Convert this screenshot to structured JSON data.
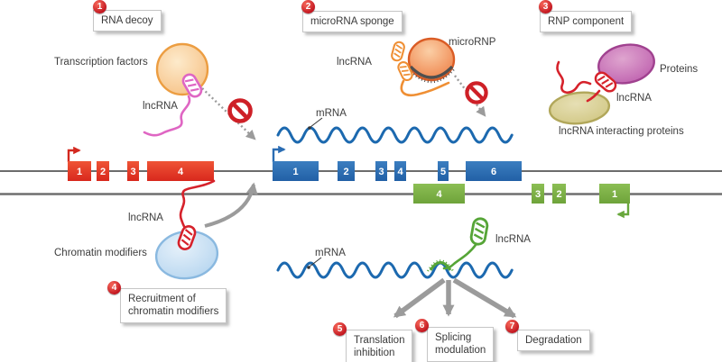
{
  "figure": {
    "callouts": {
      "c1": {
        "num": "1",
        "label": "RNA decoy"
      },
      "c2": {
        "num": "2",
        "label": "microRNA sponge"
      },
      "c3": {
        "num": "3",
        "label": "RNP component"
      },
      "c4": {
        "num": "4",
        "line1": "Recruitment of",
        "line2": "chromatin modifiers"
      },
      "c5": {
        "num": "5",
        "line1": "Translation",
        "line2": "inhibition"
      },
      "c6": {
        "num": "6",
        "line1": "Splicing",
        "line2": "modulation"
      },
      "c7": {
        "num": "7",
        "label": "Degradation"
      }
    },
    "labels": {
      "transcription_factors": "Transcription factors",
      "lncrna_decoy": "lncRNA",
      "lncrna_sponge": "lncRNA",
      "micrornp": "microRNP",
      "proteins": "Proteins",
      "lncrna_rnp": "lncRNA",
      "lncrna_interacting_proteins": "lncRNA interacting proteins",
      "mrna_top": "mRNA",
      "mrna_bottom": "mRNA",
      "chromatin_modifiers": "Chromatin modifiers",
      "lncrna_chromatin": "lncRNA",
      "lncrna_mrna": "lncRNA"
    },
    "genes": {
      "red": {
        "exons": [
          "1",
          "2",
          "3",
          "4"
        ]
      },
      "blue": {
        "exons": [
          "1",
          "2",
          "3",
          "4",
          "5",
          "6"
        ]
      },
      "green": {
        "exons": [
          "4",
          "3",
          "2",
          "1"
        ]
      }
    },
    "colors": {
      "badge_red": "#c0121d",
      "exon_red": "#dd2c20",
      "exon_blue": "#2a6cb3",
      "exon_green": "#7cb342",
      "mrna_blue": "#1c69af",
      "lncrna_pink": "#df66c3",
      "lncrna_orange": "#ef8f34",
      "lncrna_red": "#d6222b",
      "lncrna_green": "#56a537",
      "arrow_gray": "#9b9b9b",
      "prohibit_red": "#ce2027"
    }
  }
}
